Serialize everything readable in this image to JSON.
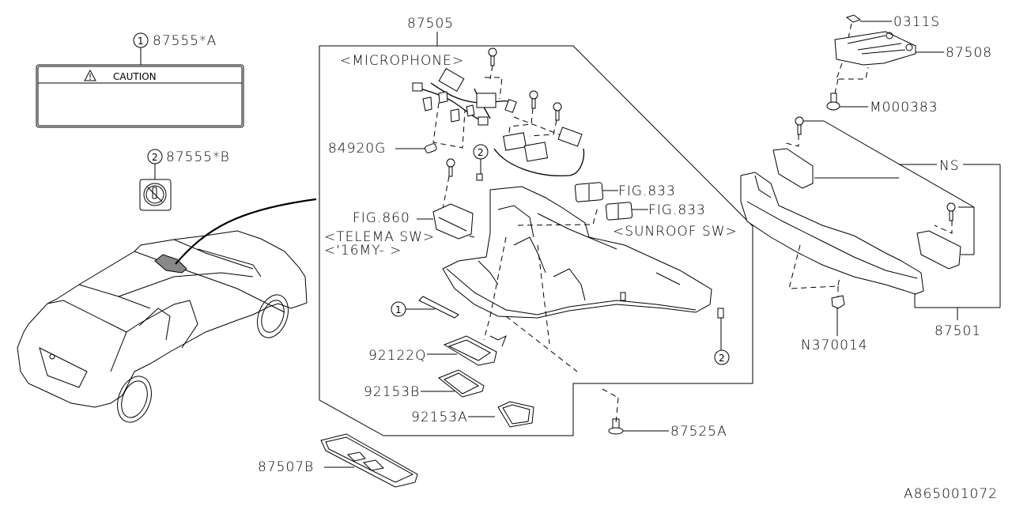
{
  "diagram": {
    "reference_id": "A865001072",
    "main_assembly": {
      "part_number": "87505",
      "sublabels": {
        "microphone": "<MICROPHONE>",
        "telema_sw": "<TELEMA SW>",
        "model_year": "<'16MY-      >",
        "sunroof_sw": "<SUNROOF SW>"
      }
    },
    "labels": {
      "caution_label": {
        "callout": "1",
        "part_number": "87555*A",
        "caution_text": "CAUTION"
      },
      "no_phone_label": {
        "callout": "2",
        "part_number": "87555*B"
      }
    },
    "parts": [
      {
        "id": "p84920g",
        "part_number": "84920G"
      },
      {
        "id": "fig860",
        "part_number": "FIG.860"
      },
      {
        "id": "fig833a",
        "part_number": "FIG.833"
      },
      {
        "id": "fig833b",
        "part_number": "FIG.833"
      },
      {
        "id": "p92122q",
        "part_number": "92122Q"
      },
      {
        "id": "p92153b",
        "part_number": "92153B"
      },
      {
        "id": "p92153a",
        "part_number": "92153A"
      },
      {
        "id": "p87525a",
        "part_number": "87525A"
      },
      {
        "id": "p87507b",
        "part_number": "87507B"
      },
      {
        "id": "p0311s",
        "part_number": "0311S"
      },
      {
        "id": "p87508",
        "part_number": "87508"
      },
      {
        "id": "pm000383",
        "part_number": "M000383"
      },
      {
        "id": "pns",
        "part_number": "NS"
      },
      {
        "id": "pn370014",
        "part_number": "N370014"
      },
      {
        "id": "p87501",
        "part_number": "87501"
      }
    ],
    "callouts": {
      "one": "1",
      "two": "2"
    }
  }
}
